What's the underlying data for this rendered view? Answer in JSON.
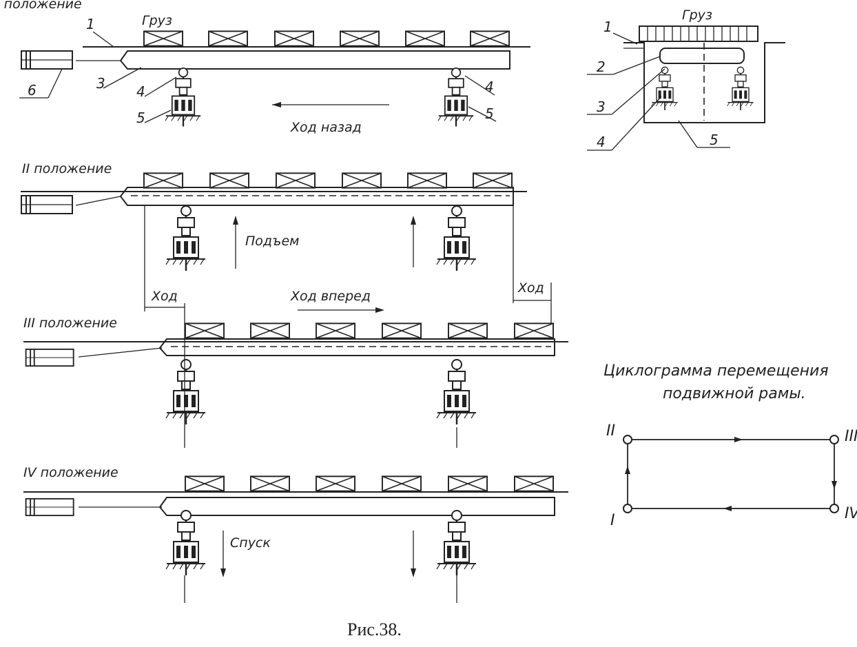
{
  "figure": {
    "caption": "Рис.38.",
    "positions": {
      "p1": "I положение",
      "p2": "II положение",
      "p3": "III положение",
      "p4": "IV положение"
    },
    "cargo_label": "Груз",
    "part_numbers": [
      "1",
      "2",
      "3",
      "4",
      "5",
      "6"
    ],
    "motions": {
      "back": "Ход назад",
      "lift": "Подъем",
      "forward": "Ход вперед",
      "stroke": "Ход",
      "lower": "Спуск"
    },
    "cyclogram": {
      "title_line1": "Циклограмма перемещения",
      "title_line2": "подвижной рамы.",
      "corners": [
        "II",
        "III",
        "I",
        "IV"
      ]
    }
  }
}
